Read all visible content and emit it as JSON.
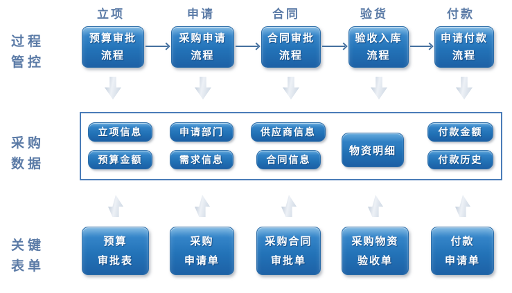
{
  "diagram": {
    "colors": {
      "box_blue_top": "#6AADDE",
      "box_blue_bottom": "#1D61A6",
      "box_border": "#2A6CA8",
      "label_blue": "#5A7AA6",
      "panel_border": "#4A7CB8",
      "flow_arrow_line": "#44709F",
      "block_arrow_fill": "#D9E1EB",
      "box_text": "#FFFFFF"
    },
    "side_labels": [
      {
        "id": "process-control",
        "line1": "过程",
        "line2": "管控"
      },
      {
        "id": "procurement-data",
        "line1": "采购",
        "line2": "数据"
      },
      {
        "id": "key-forms",
        "line1": "关键",
        "line2": "表单"
      }
    ],
    "columns": [
      {
        "stage": "立项",
        "process_line1": "预算审批",
        "process_line2": "流程",
        "form_line1": "预算",
        "form_line2": "审批表"
      },
      {
        "stage": "申请",
        "process_line1": "采购申请",
        "process_line2": "流程",
        "form_line1": "采购",
        "form_line2": "申请单"
      },
      {
        "stage": "合同",
        "process_line1": "合同审批",
        "process_line2": "流程",
        "form_line1": "采购合同",
        "form_line2": "审批单"
      },
      {
        "stage": "验货",
        "process_line1": "验收入库",
        "process_line2": "流程",
        "form_line1": "采购物资",
        "form_line2": "验收单"
      },
      {
        "stage": "付款",
        "process_line1": "申请付款",
        "process_line2": "流程",
        "form_line1": "付款",
        "form_line2": "申请单"
      }
    ],
    "data_panel": {
      "items": [
        {
          "label": "立项信息"
        },
        {
          "label": "预算金额"
        },
        {
          "label": "申请部门"
        },
        {
          "label": "需求信息"
        },
        {
          "label": "供应商信息"
        },
        {
          "label": "合同信息"
        },
        {
          "label": "物资明细"
        },
        {
          "label": "付款金额"
        },
        {
          "label": "付款历史"
        }
      ]
    }
  }
}
